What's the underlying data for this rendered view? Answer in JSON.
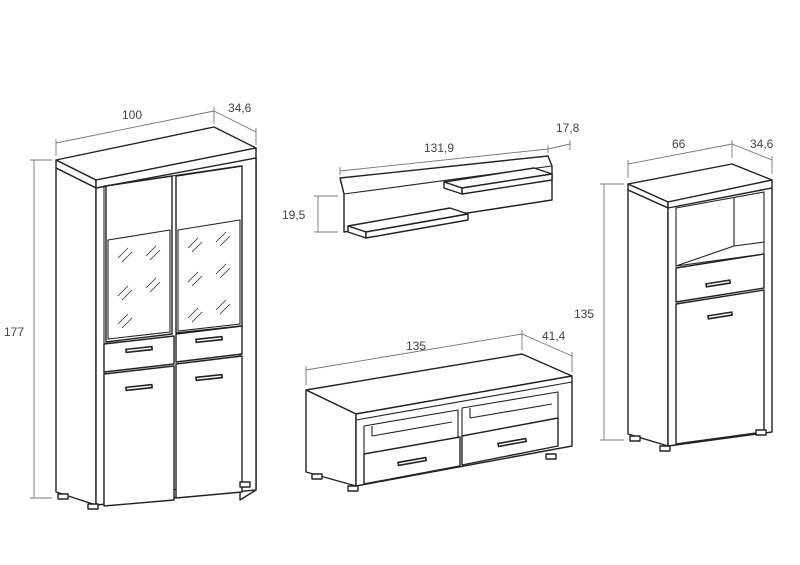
{
  "dimensions": {
    "vitrine": {
      "width": "100",
      "depth": "34,6",
      "height": "177"
    },
    "shelf": {
      "width": "131,9",
      "depth": "17,8",
      "height": "19,5"
    },
    "tv_stand": {
      "width": "135",
      "depth": "41,4"
    },
    "cabinet": {
      "width": "66",
      "depth": "34,6",
      "height": "135"
    }
  },
  "colors": {
    "line": "#222222",
    "dimension_line": "#777777",
    "background": "#ffffff"
  }
}
